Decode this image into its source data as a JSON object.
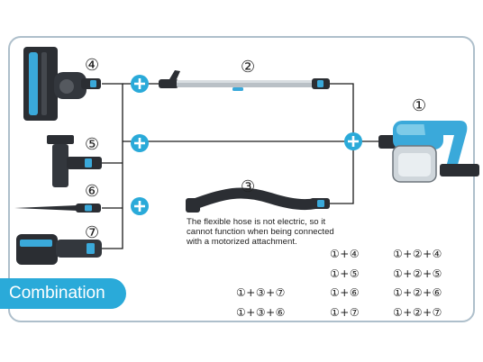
{
  "labels": {
    "n1": "①",
    "n2": "②",
    "n3": "③",
    "n4": "④",
    "n5": "⑤",
    "n6": "⑥",
    "n7": "⑦",
    "plus": "+"
  },
  "note": {
    "line1": "The flexible hose is not electric, so it",
    "line2": "cannot function when being connected",
    "line3": "with a motorized attachment."
  },
  "banner": "Combination",
  "combinations": {
    "col_a": [
      "①+③+⑦",
      "①+③+⑥"
    ],
    "col_b": [
      "①+④",
      "①+⑤",
      "①+⑥",
      "①+⑦"
    ],
    "col_c": [
      "①+②+④",
      "①+②+⑤",
      "①+②+⑥",
      "①+②+⑦"
    ]
  },
  "colors": {
    "accent": "#2aaad9",
    "frame": "#aebfcb",
    "line": "#1a1a1a",
    "tool_blue": "#3aa9da"
  }
}
